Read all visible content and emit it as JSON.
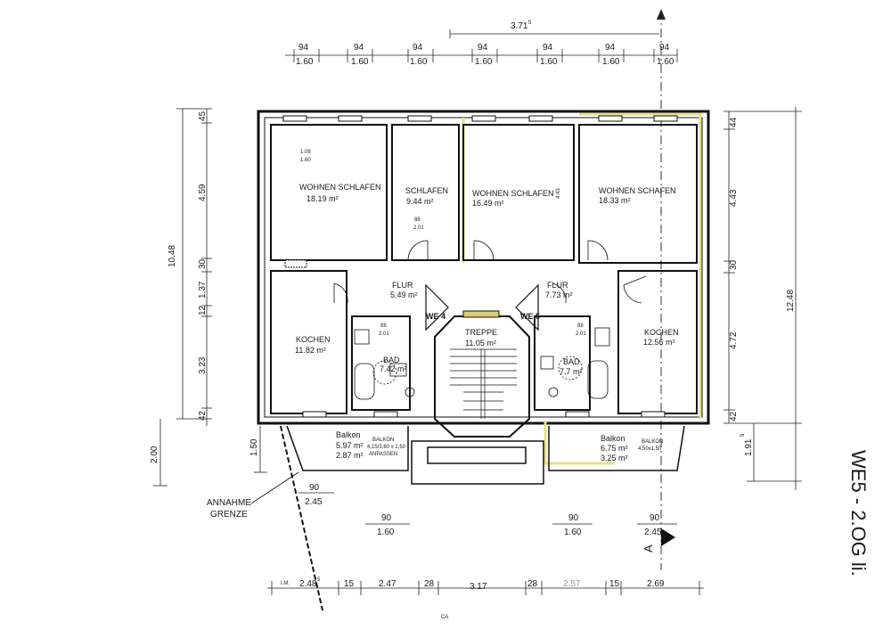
{
  "top_dims": {
    "overall": "3.71",
    "overall_sup": "5",
    "windows": [
      {
        "top": "94",
        "bottom": "1.60"
      },
      {
        "top": "94",
        "bottom": "1.60"
      },
      {
        "top": "94",
        "bottom": "1.60"
      },
      {
        "top": "94",
        "bottom": "1.60"
      },
      {
        "top": "94",
        "bottom": "1.60"
      },
      {
        "top": "94",
        "bottom": "1.60"
      },
      {
        "top": "94",
        "bottom": "1.60"
      }
    ]
  },
  "left_dims": {
    "total": "10.48",
    "segments": [
      "45",
      "4.59",
      "30",
      "1.37",
      "12",
      "3.23",
      "42"
    ],
    "balcony_depth": "2.00",
    "balcony_inner": "1.50"
  },
  "right_dims": {
    "total": "12.48",
    "segments": [
      "44",
      "4.43",
      "30",
      "4.72",
      "42"
    ],
    "balcony": "1.91",
    "balcony_sup": "5"
  },
  "rooms": {
    "we4_wohnen": {
      "name": "WOHNEN SCHLAFEN",
      "area": "18.19 m²",
      "window_top": "1.08",
      "window_bottom": "1.60"
    },
    "we4_schlafen": {
      "name": "SCHLAFEN",
      "area": "9.44 m²",
      "door_top": "88",
      "door_bottom": "2.01"
    },
    "we5_wohnen": {
      "name": "WOHNEN SCHLAFEN",
      "area": "16.49 m²",
      "side": "4.43"
    },
    "we5_wohnen2": {
      "name": "WOHNEN SCHAFEN",
      "area": "18.33 m²"
    },
    "we4_flur": {
      "name": "FLUR",
      "area": "5.49 m²"
    },
    "we5_flur": {
      "name": "FLUR",
      "area": "7.73 m²"
    },
    "we4_kochen": {
      "name": "KOCHEN",
      "area": "11.82 m²"
    },
    "we5_kochen": {
      "name": "KOCHEN",
      "area": "12.56 m²"
    },
    "treppe": {
      "name": "TREPPE",
      "area": "11.05 m²"
    },
    "we4_bad": {
      "name": "BAD",
      "area": "7.42 m²",
      "door_top": "88",
      "door_bottom": "2.01"
    },
    "we5_bad": {
      "name": "BAD",
      "area": "7.7 m²",
      "door_top": "88",
      "door_bottom": "2.01"
    }
  },
  "units": {
    "we4": "WE 4",
    "we5": "WE 5"
  },
  "balconies": {
    "left": {
      "name": "Balkon",
      "area1": "5.97 m²",
      "area2": "2.87 m²",
      "note_title": "BALKON",
      "note_dims": "4,15/3,80 x 1,50",
      "note_action": "ANPASSEN"
    },
    "right": {
      "name": "Balkon",
      "area1": "6.75 m²",
      "area2": "3.25 m²",
      "note_title": "BALKON",
      "note_dims": "4,50x1,50"
    }
  },
  "annahme": {
    "line1": "ANNAHME",
    "line2": "GRENZE"
  },
  "below_dims": {
    "left_top": "90",
    "left_bottom": "2.45",
    "mid1_top": "90",
    "mid1_bottom": "1.60",
    "mid2_top": "90",
    "mid2_bottom": "1.60",
    "right_top": "90",
    "right_bottom": "2.45",
    "section": "A"
  },
  "bottom_dims": {
    "im": "I.M.",
    "segments": [
      "2.48",
      "15",
      "2.47",
      "28",
      "3.17",
      "28",
      "2.57",
      "15",
      "2.69"
    ],
    "first_sup": "5",
    "cut": "CA"
  },
  "handwriting": "WE5 - 2.OG li."
}
